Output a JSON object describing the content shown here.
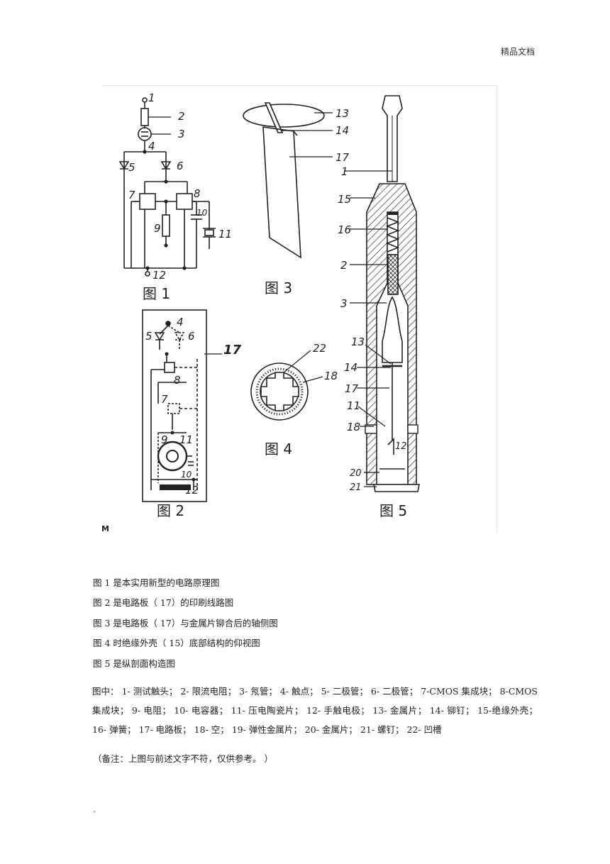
{
  "header": {
    "label": "精品文档"
  },
  "figure": {
    "fig_titles": [
      "图 1",
      "图 2",
      "图 3",
      "图 4",
      "图 5"
    ],
    "fig1_labels": [
      "1",
      "2",
      "3",
      "4",
      "5",
      "6",
      "7",
      "8",
      "9",
      "10",
      "11",
      "12"
    ],
    "fig2_labels": [
      "4",
      "5",
      "6",
      "17",
      "8",
      "7",
      "9",
      "11",
      "10",
      "12"
    ],
    "fig3_labels": [
      "13",
      "14",
      "17"
    ],
    "fig4_labels": [
      "22",
      "18"
    ],
    "fig5_labels": [
      "1",
      "15",
      "16",
      "2",
      "3",
      "13",
      "14",
      "17",
      "11",
      "18",
      "12",
      "20",
      "21"
    ],
    "corner_mark": "M"
  },
  "captions": [
    "图 1 是本实用新型的电路原理图",
    "图 2 是电路板（ 17）的印刷线路图",
    "图 3 是电路板（ 17）与金属片铆合后的轴侧图",
    "图 4 时绝缘外壳（ 15）底部结构的仰视图",
    "图 5 是纵剖面构造图"
  ],
  "legend": "图中： 1- 测试触头； 2- 限流电阻； 3- 氖管； 4- 触点； 5- 二极管； 6- 二极管； 7-CMOS 集成块； 8-CMOS 集成块； 9- 电阻； 10- 电容器； 11- 压电陶瓷片； 12- 手触电极； 13- 金属片； 14- 铆钉； 15-绝缘外壳； 16- 弹簧； 17- 电路板； 18- 空； 19- 弹性金属片； 20- 金属片； 21- 螺钉； 22- 凹槽",
  "note": "（备注：上图与前述文字不符，仅供参考。          ）",
  "page_dot": "."
}
